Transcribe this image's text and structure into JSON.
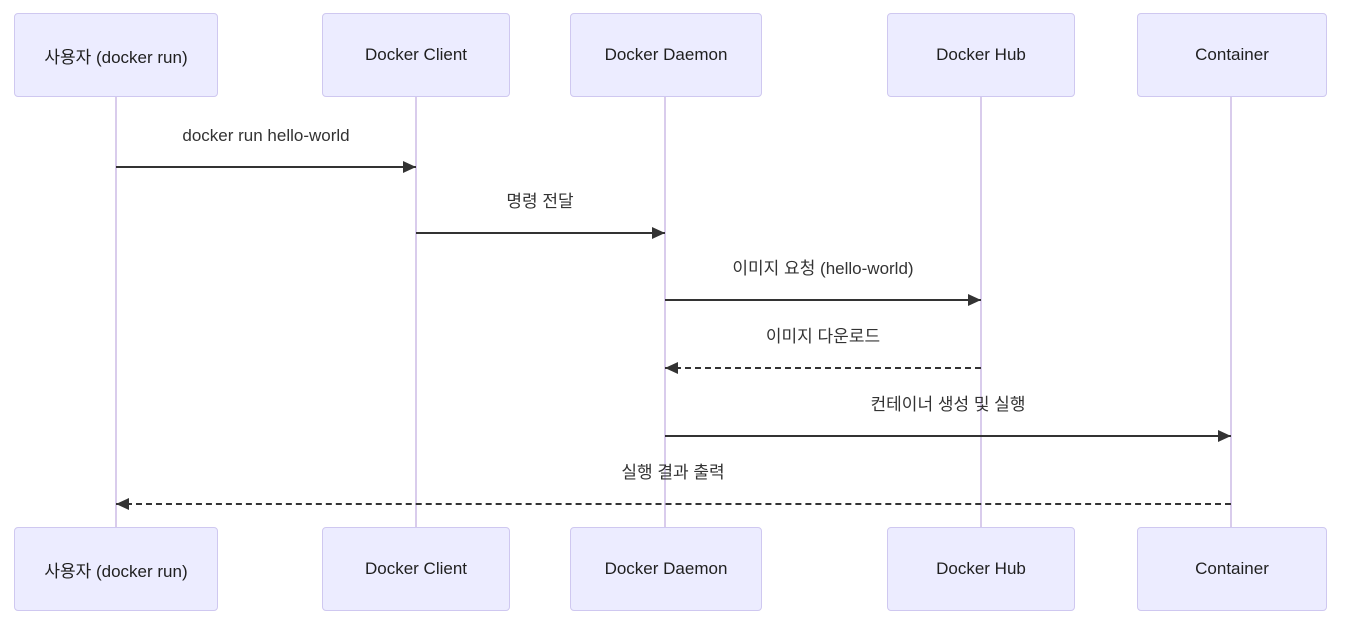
{
  "diagram": {
    "type": "sequence-diagram",
    "topic": "docker run hello-world flow",
    "colors": {
      "background": "#FFFFFF",
      "actor_fill": "#ECECFF",
      "actor_border": "#CFC8F0",
      "lifeline": "#D9CCEC",
      "message_line": "#333333",
      "message_text": "#333333",
      "actor_text": "#1F1F1F"
    },
    "actors": [
      {
        "label": "사용자 (docker run)"
      },
      {
        "label": "Docker Client"
      },
      {
        "label": "Docker Daemon"
      },
      {
        "label": "Docker Hub"
      },
      {
        "label": "Container"
      }
    ],
    "messages": [
      {
        "from": "사용자 (docker run)",
        "to": "Docker Client",
        "text": "docker run hello-world",
        "style": "solid",
        "direction": "right"
      },
      {
        "from": "Docker Client",
        "to": "Docker Daemon",
        "text": "명령 전달",
        "style": "solid",
        "direction": "right"
      },
      {
        "from": "Docker Daemon",
        "to": "Docker Hub",
        "text": "이미지 요청 (hello-world)",
        "style": "solid",
        "direction": "right"
      },
      {
        "from": "Docker Hub",
        "to": "Docker Daemon",
        "text": "이미지 다운로드",
        "style": "dashed",
        "direction": "left"
      },
      {
        "from": "Docker Daemon",
        "to": "Container",
        "text": "컨테이너 생성 및 실행",
        "style": "solid",
        "direction": "right"
      },
      {
        "from": "Container",
        "to": "사용자 (docker run)",
        "text": "실행 결과 출력",
        "style": "dashed",
        "direction": "left"
      }
    ]
  }
}
